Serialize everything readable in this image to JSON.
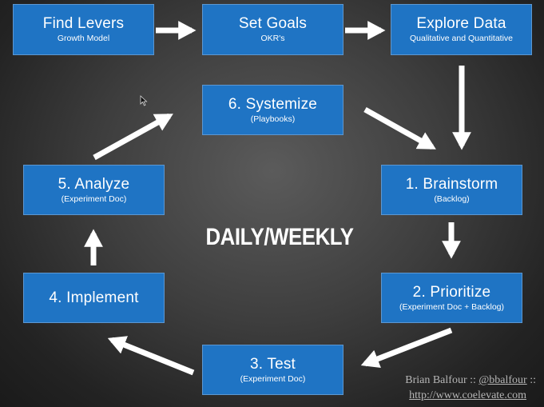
{
  "top_row": [
    {
      "title": "Find Levers",
      "subtitle": "Growth Model"
    },
    {
      "title": "Set Goals",
      "subtitle": "OKR's"
    },
    {
      "title": "Explore Data",
      "subtitle": "Qualitative and Quantitative"
    }
  ],
  "cycle": {
    "systemize": {
      "title": "6.  Systemize",
      "subtitle": "(Playbooks)"
    },
    "brainstorm": {
      "title": "1.  Brainstorm",
      "subtitle": "(Backlog)"
    },
    "prioritize": {
      "title": "2.  Prioritize",
      "subtitle": "(Experiment Doc + Backlog)"
    },
    "test": {
      "title": "3. Test",
      "subtitle": "(Experiment Doc)"
    },
    "implement": {
      "title": "4.  Implement",
      "subtitle": ""
    },
    "analyze": {
      "title": "5.  Analyze",
      "subtitle": "(Experiment Doc)"
    }
  },
  "center_label": "DAILY/WEEKLY",
  "credit": {
    "name": "Brian Balfour",
    "separator": "::",
    "handle": "@bbalfour",
    "trailing": "::",
    "url": "http://www.coelevate.com"
  },
  "colors": {
    "box": "#1f74c4",
    "arrow": "#ffffff",
    "background": "#3e3e3e"
  }
}
